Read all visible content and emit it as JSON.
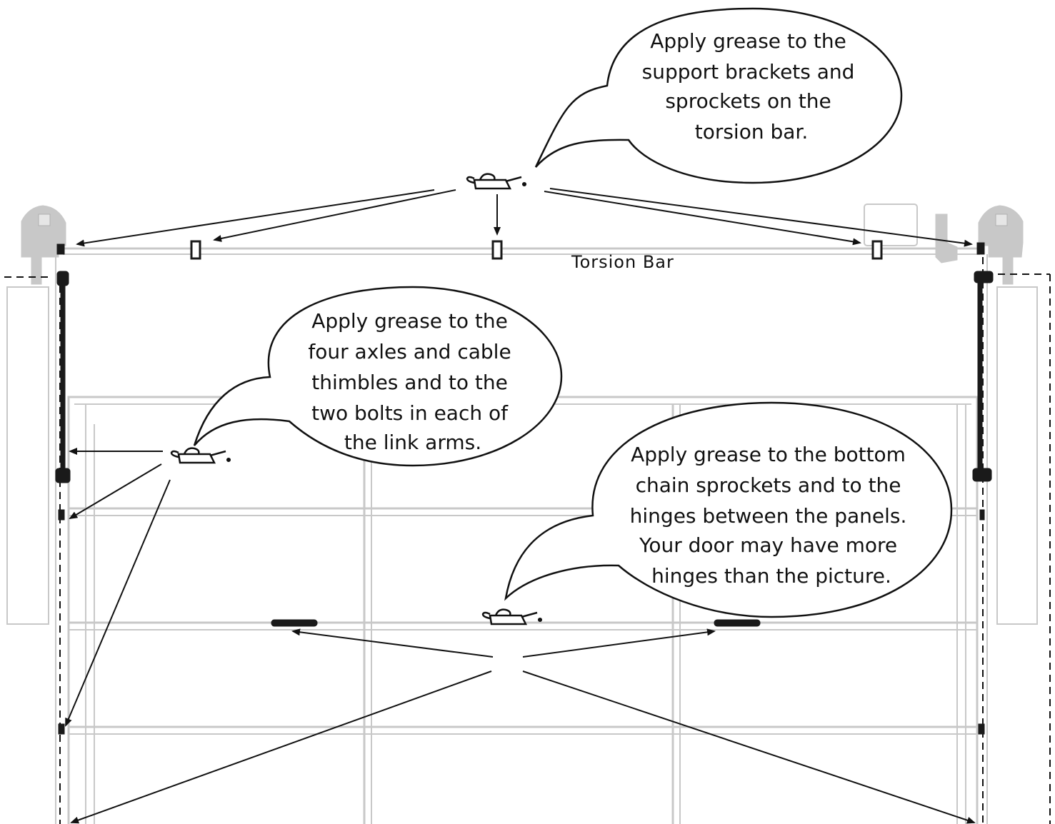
{
  "callouts": {
    "torsion_bar": {
      "lines": [
        "Apply grease to the",
        "support brackets and",
        "sprockets on the",
        "torsion bar."
      ]
    },
    "axles": {
      "lines": [
        "Apply grease to the",
        "four axles and cable",
        "thimbles and to the",
        "two bolts in each of",
        "the link arms."
      ]
    },
    "hinges": {
      "lines": [
        "Apply grease to the bottom",
        "chain sprockets and to the",
        "hinges between the panels.",
        "Your door may have more",
        "hinges than the picture."
      ]
    }
  },
  "labels": {
    "torsion_bar": "Torsion Bar"
  },
  "icons": {
    "grease_can": "oil-can-icon"
  },
  "colors": {
    "door_outline": "#c8c8c8",
    "ink": "#111111",
    "track": "#1a1a1a"
  }
}
